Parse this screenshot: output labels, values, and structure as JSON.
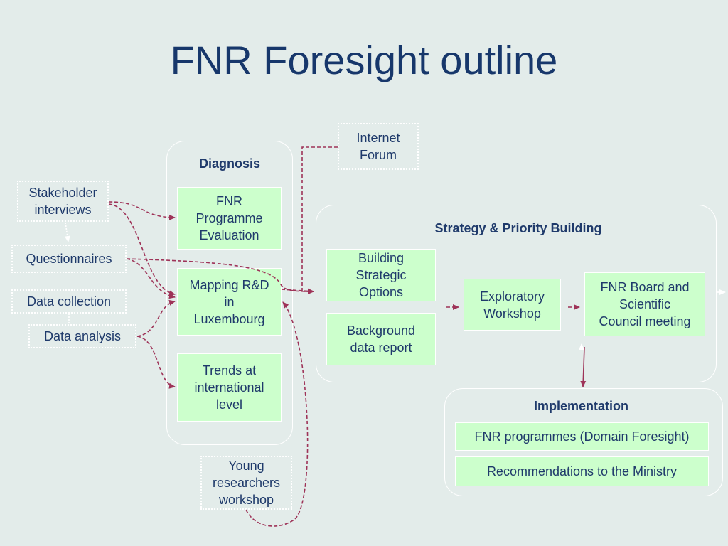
{
  "title": "FNR Foresight outline",
  "colors": {
    "background": "#e3ecea",
    "title": "#17376b",
    "box_fill": "#ccffcc",
    "arrow": "#9e3358"
  },
  "groups": {
    "diagnosis": "Diagnosis",
    "strategy": "Strategy & Priority Building",
    "implementation": "Implementation"
  },
  "sources": {
    "stakeholder_interviews": "Stakeholder\ninterviews",
    "questionnaires": "Questionnaires",
    "data_collection": "Data collection",
    "data_analysis": "Data analysis",
    "internet_forum": "Internet\nForum",
    "young_researchers": "Young\nresearchers\nworkshop"
  },
  "diagnosis_boxes": {
    "programme_evaluation": "FNR\nProgramme\nEvaluation",
    "mapping_rd": "Mapping R&D\nin\nLuxembourg",
    "trends": "Trends at\ninternational\nlevel"
  },
  "strategy_boxes": {
    "building_options": "Building\nStrategic\nOptions",
    "background_report": "Background\ndata report",
    "exploratory_workshop": "Exploratory\nWorkshop",
    "board_meeting": "FNR Board and\nScientific\nCouncil meeting"
  },
  "implementation_boxes": {
    "domain_foresight": "FNR programmes (Domain Foresight)",
    "recommendations": "Recommendations to the Ministry"
  }
}
